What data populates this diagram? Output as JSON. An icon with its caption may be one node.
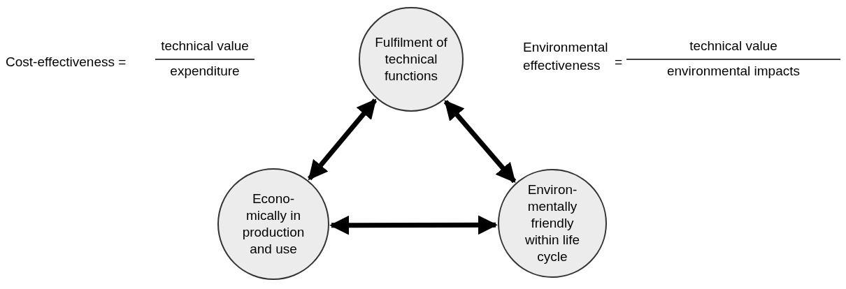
{
  "diagram": {
    "nodes": [
      {
        "text": [
          "Fulfilment of technical functions"
        ]
      },
      {
        "text": [
          "Econo- mically in production and use"
        ]
      },
      {
        "text": [
          "Environ- mentally friendly within life cycle"
        ]
      }
    ],
    "edges": [
      {
        "from": 0,
        "to": 1,
        "arrow": "both"
      },
      {
        "from": 0,
        "to": 2,
        "arrow": "both"
      },
      {
        "from": 1,
        "to": 2,
        "arrow": "both"
      }
    ],
    "labels": [
      "Cost-effectiveness =",
      "technical value",
      "expenditure",
      "Environmental effectiveness",
      "=",
      "technical value",
      "environmental impacts"
    ]
  }
}
